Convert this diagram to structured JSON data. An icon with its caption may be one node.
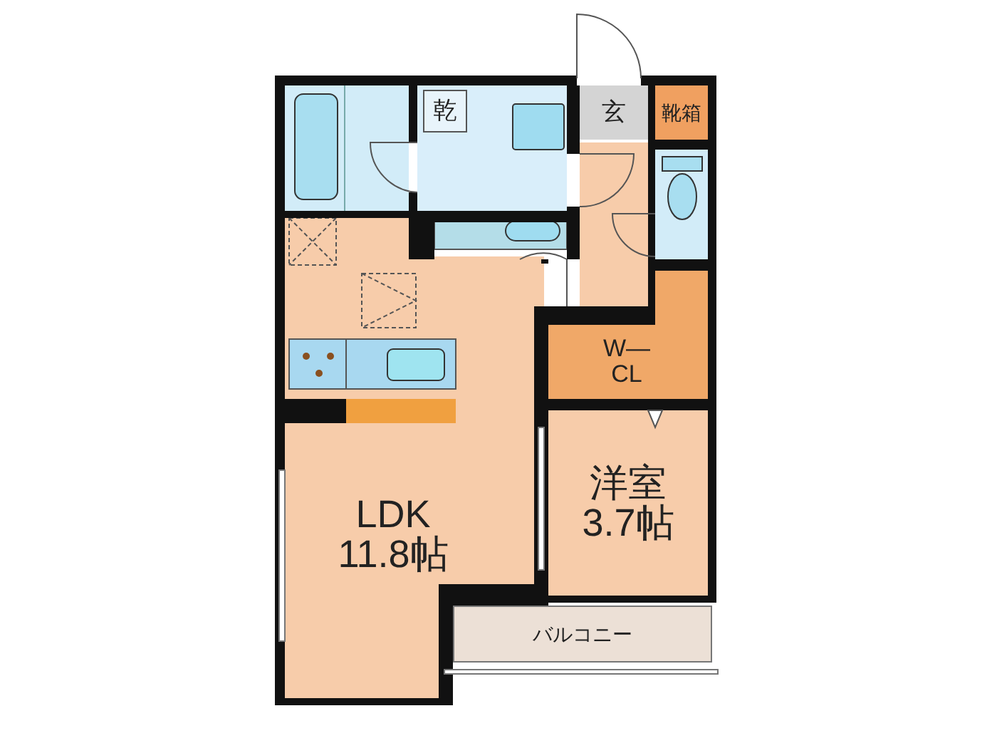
{
  "diagram": {
    "nodes": [
      {
        "text": [
          "乾"
        ]
      },
      {
        "text": [
          "玄"
        ]
      },
      {
        "text": [
          "靴箱"
        ]
      },
      {
        "text": [
          "W—CL"
        ]
      },
      {
        "text": [
          "LDK",
          "11.8帖"
        ]
      },
      {
        "text": [
          "洋室",
          "3.7帖"
        ]
      },
      {
        "text": [
          "バルコニー"
        ]
      }
    ]
  }
}
